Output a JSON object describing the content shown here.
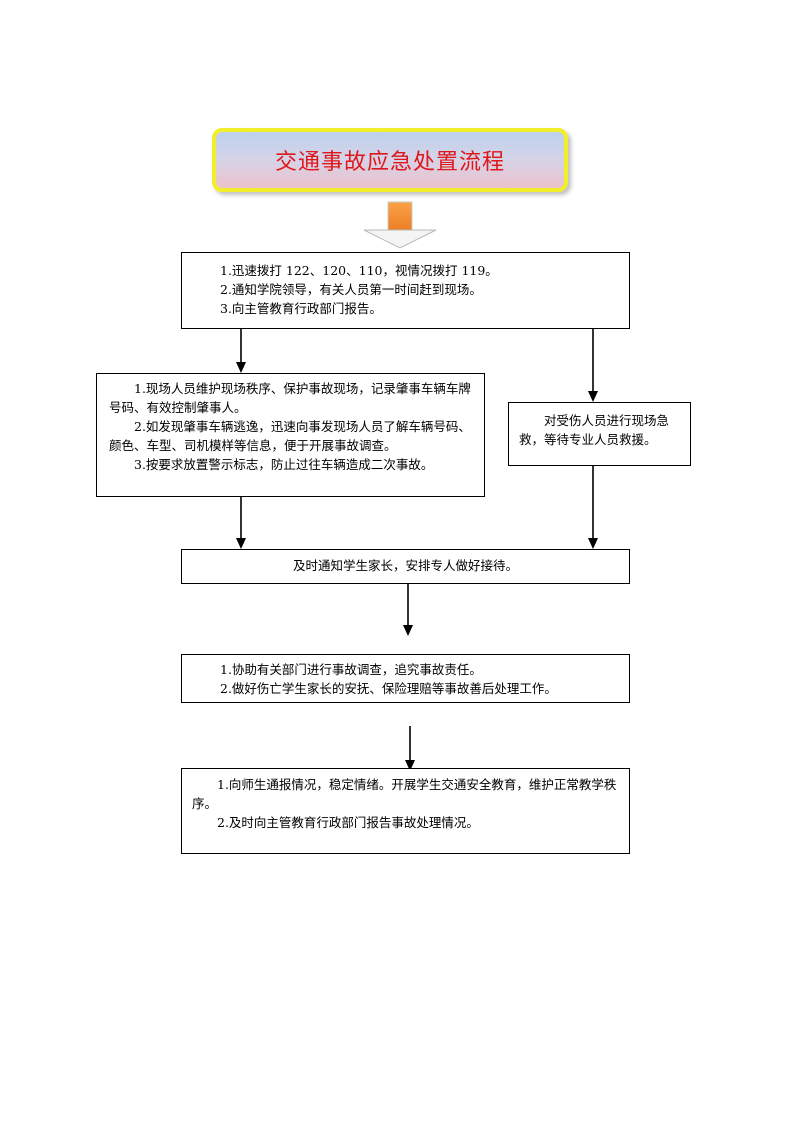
{
  "title": "交通事故应急处置流程",
  "colors": {
    "title_text": "#e0161a",
    "title_border": "#f2ee2a",
    "big_arrow": "#f28a2e"
  },
  "steps": {
    "step1": {
      "lines": [
        "1.迅速拨打 122、120、110，视情况拨打 119。",
        "2.通知学院领导，有关人员第一时间赶到现场。",
        "3.向主管教育行政部门报告。"
      ]
    },
    "step2_left": {
      "lines": [
        "1.现场人员维护现场秩序、保护事故现场，记录肇事车辆车牌号码、有效控制肇事人。",
        "2.如发现肇事车辆逃逸，迅速向事发现场人员了解车辆号码、颜色、车型、司机模样等信息，便于开展事故调查。",
        "3.按要求放置警示标志，防止过往车辆造成二次事故。"
      ]
    },
    "step2_right": {
      "text": "对受伤人员进行现场急救，等待专业人员救援。"
    },
    "step3": {
      "text": "及时通知学生家长，安排专人做好接待。"
    },
    "step4": {
      "lines": [
        "1.协助有关部门进行事故调查，追究事故责任。",
        "2.做好伤亡学生家长的安抚、保险理赔等事故善后处理工作。"
      ]
    },
    "step5": {
      "lines": [
        "1.向师生通报情况，稳定情绪。开展学生交通安全教育，维护正常教学秩序。",
        "2.及时向主管教育行政部门报告事故处理情况。"
      ]
    }
  }
}
